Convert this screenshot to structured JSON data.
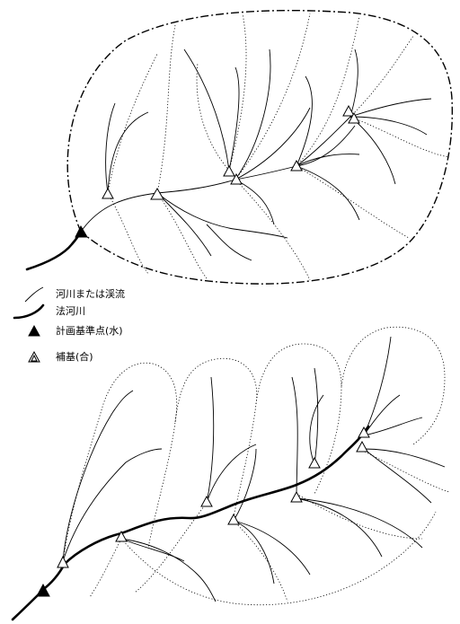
{
  "legend": {
    "stream_label": "河川または渓流",
    "legal_river_label": "法河川",
    "main_point_label": "計画基準点(水)",
    "aux_point_label": "補基(合)"
  },
  "icons": {
    "stream": "thin-curved-line",
    "legal_river": "thick-curved-line",
    "main_point": "filled-triangle",
    "aux_point": "open-double-triangle"
  }
}
